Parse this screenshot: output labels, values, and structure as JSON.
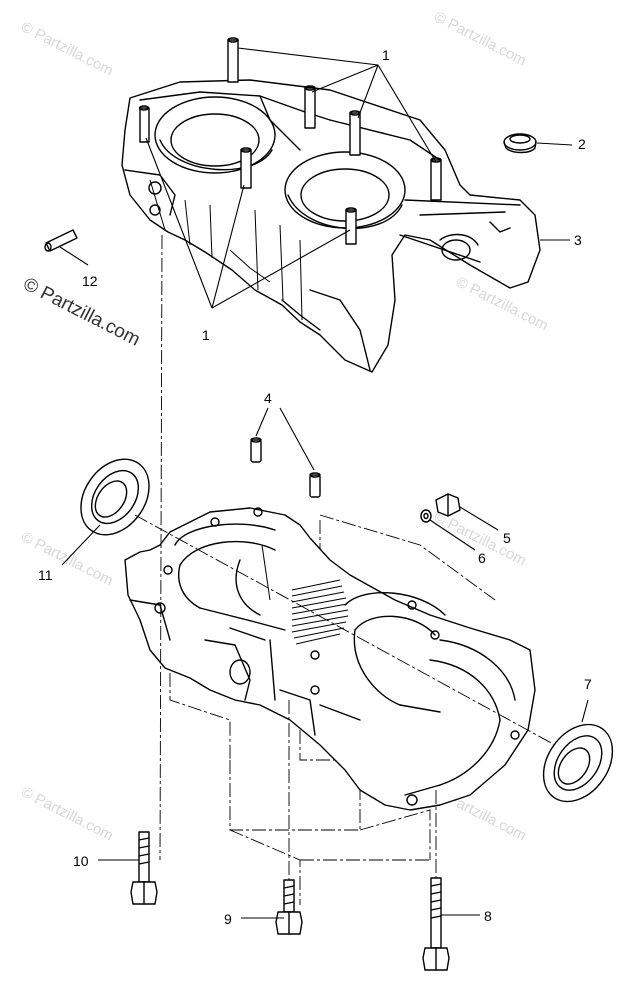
{
  "watermark": {
    "text": "© Partzilla.com",
    "copyright_symbol": "©",
    "site": "Partzilla.com"
  },
  "callouts": [
    {
      "number": "1"
    },
    {
      "number": "2"
    },
    {
      "number": "3"
    },
    {
      "number": "4"
    },
    {
      "number": "5"
    },
    {
      "number": "6"
    },
    {
      "number": "7"
    },
    {
      "number": "8"
    },
    {
      "number": "9"
    },
    {
      "number": "10"
    },
    {
      "number": "11"
    },
    {
      "number": "12"
    }
  ],
  "parts": [
    "upper-crankcase",
    "lower-crankcase",
    "stud",
    "grommet",
    "dowel-pin",
    "drain-plug",
    "washer",
    "oil-seal-right",
    "oil-seal-left",
    "bolt",
    "pin"
  ]
}
